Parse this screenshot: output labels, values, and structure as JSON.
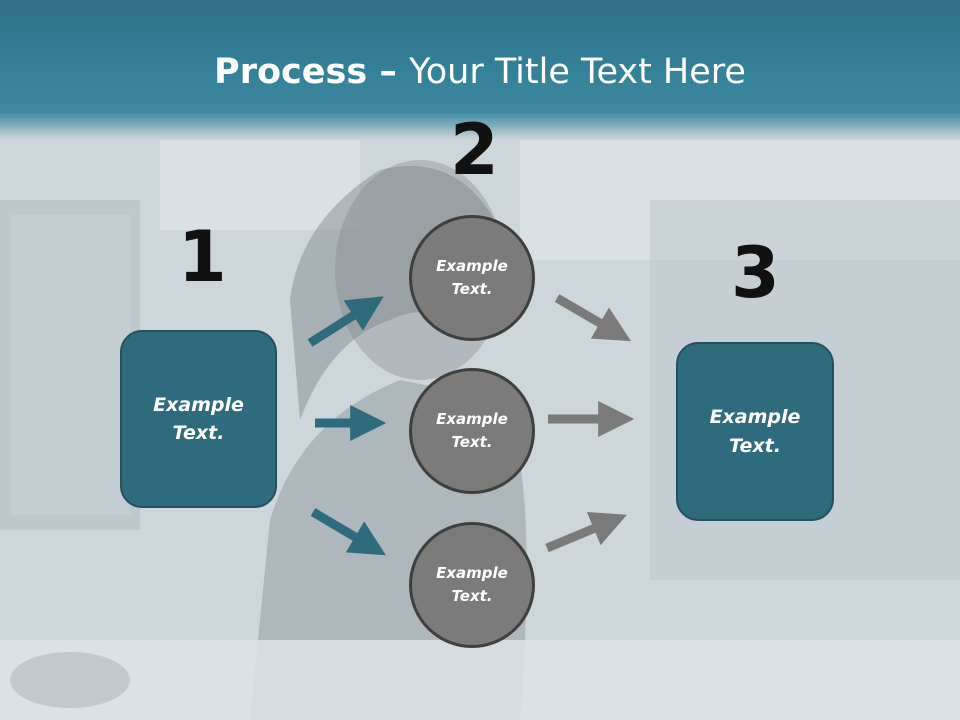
{
  "slide": {
    "title_bold": "Process",
    "title_dash": " – ",
    "title_rest": "Your Title Text Here"
  },
  "steps": {
    "step1_number": "1",
    "step2_number": "2",
    "step3_number": "3"
  },
  "left_box": {
    "text": "Example Text."
  },
  "circles": [
    {
      "text": "Example Text."
    },
    {
      "text": "Example Text."
    },
    {
      "text": "Example Text."
    }
  ],
  "right_box": {
    "text": "Example Text."
  },
  "colors": {
    "header": "#327f97",
    "box_fill": "#2e6b7d",
    "circle_fill": "#7b7b7b",
    "teal_arrow": "#2e6b7d",
    "gray_arrow": "#7a7a7a"
  }
}
